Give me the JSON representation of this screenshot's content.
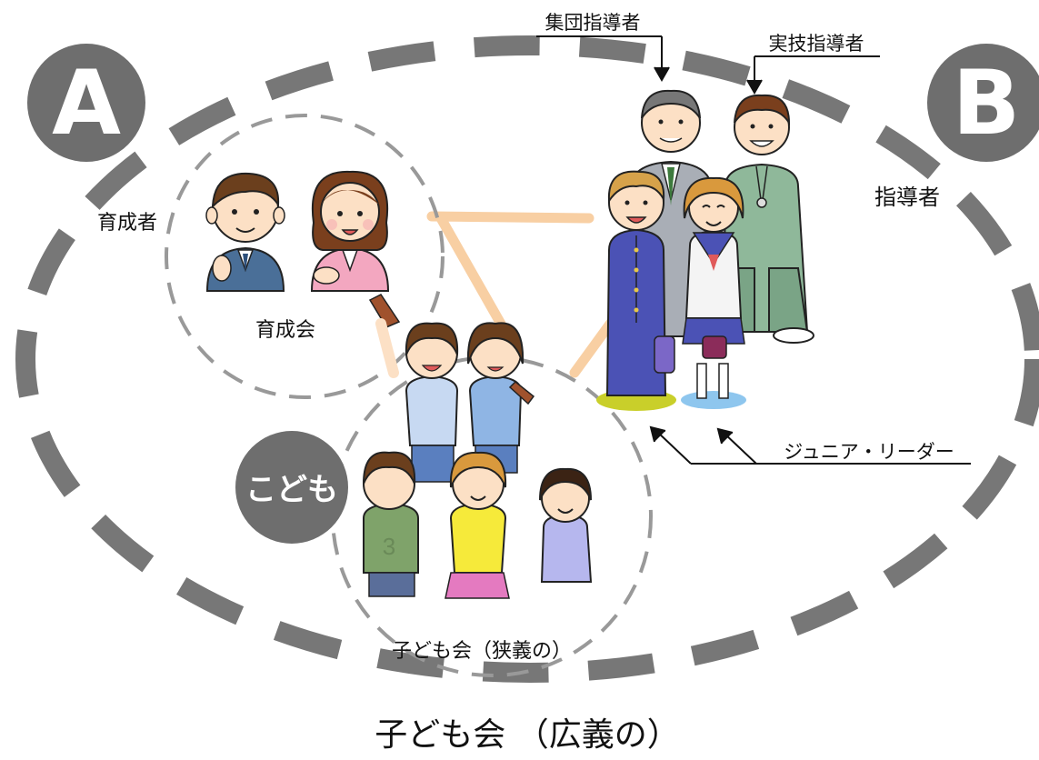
{
  "badges": {
    "a": "A",
    "b": "B",
    "children": "こども"
  },
  "groups": {
    "ikuseikai": "育成会",
    "ikuseisha": "育成者",
    "shidousha": "指導者",
    "kodomokai_narrow": "子ども会（狭義の）",
    "kodomokai_broad": "子ども会 （広義の）"
  },
  "callouts": {
    "group_leader": "集団指導者",
    "skill_leader": "実技指導者",
    "junior_leader": "ジュニア・リーダー"
  },
  "colors": {
    "dash_gray": "#777777",
    "badge_gray": "#6e6e6e",
    "connector_orange": "#f8cfa3"
  },
  "figures": [
    "adult-man-suit",
    "adult-woman-pink",
    "elderly-man-suit",
    "coach-tracksuit",
    "boy-gakuran",
    "girl-sailor-uniform",
    "children-raising-arms",
    "children-walking"
  ]
}
